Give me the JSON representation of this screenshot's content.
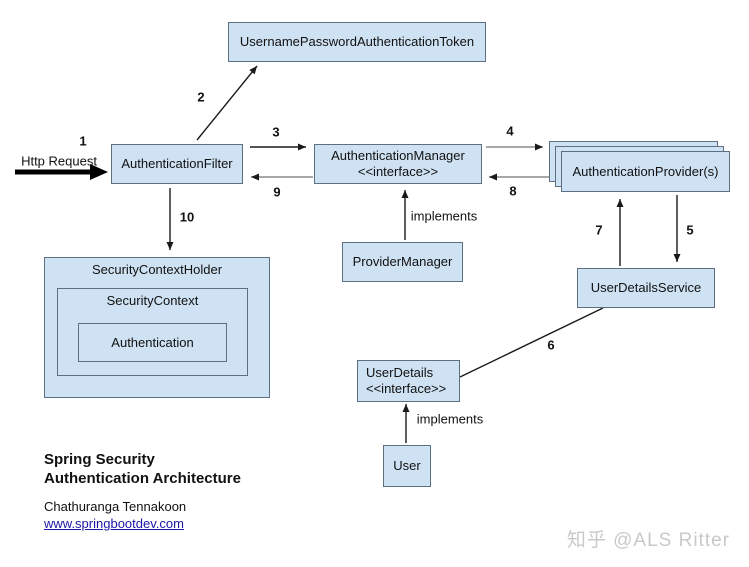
{
  "diagram": {
    "nodes": {
      "token": "UsernamePasswordAuthenticationToken",
      "authentication_filter": "AuthenticationFilter",
      "authentication_manager": "AuthenticationManager",
      "authentication_manager_stereotype": "<<interface>>",
      "authentication_providers": "AuthenticationProvider(s)",
      "provider_manager": "ProviderManager",
      "user_details_service": "UserDetailsService",
      "user_details": "UserDetails",
      "user_details_stereotype": "<<interface>>",
      "user": "User",
      "security_context_holder": "SecurityContextHolder",
      "security_context": "SecurityContext",
      "authentication": "Authentication"
    },
    "edge_labels": {
      "n1": "1",
      "n2": "2",
      "n3": "3",
      "n4": "4",
      "n5": "5",
      "n6": "6",
      "n7": "7",
      "n8": "8",
      "n9": "9",
      "n10": "10",
      "http_request": "Http Request",
      "implements_manager": "implements",
      "implements_user": "implements"
    }
  },
  "footer": {
    "title_line1": "Spring Security",
    "title_line2": "Authentication Architecture",
    "author": "Chathuranga Tennakoon",
    "website": "www.springbootdev.com"
  },
  "watermark": "知乎 @ALS Ritter",
  "colors": {
    "node_fill": "#cfe2f3",
    "node_border": "#5b7083",
    "line": "#1a1a1a",
    "line_soft": "#8c8c8c",
    "link": "#1a16a8",
    "watermark": "#c9c9c9"
  }
}
